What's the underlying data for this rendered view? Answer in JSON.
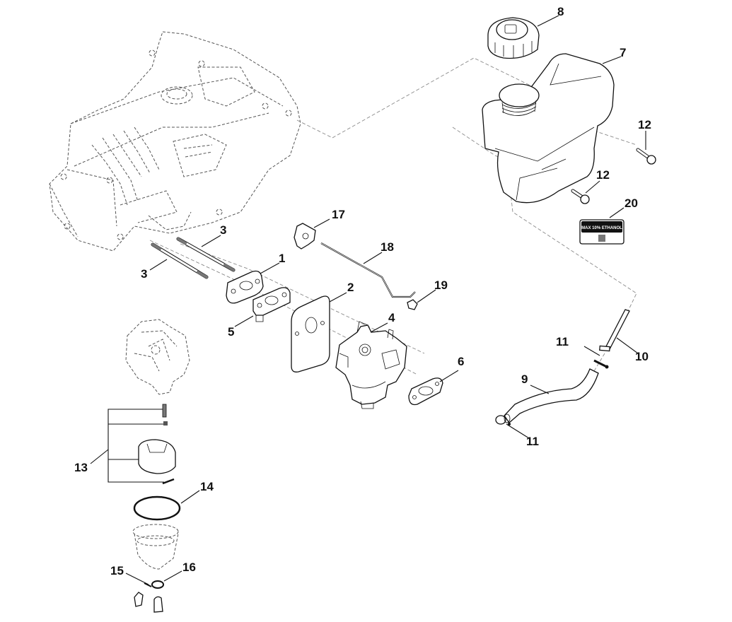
{
  "diagram": {
    "title": "Carburetor and Fuel Tank exploded parts diagram",
    "callouts": [
      {
        "id": "c1",
        "number": "1",
        "part": "intake-gasket"
      },
      {
        "id": "c2",
        "number": "2",
        "part": "air-filter-gasket-plate"
      },
      {
        "id": "c3a",
        "number": "3",
        "part": "stud"
      },
      {
        "id": "c3b",
        "number": "3",
        "part": "stud"
      },
      {
        "id": "c4",
        "number": "4",
        "part": "carburetor"
      },
      {
        "id": "c5",
        "number": "5",
        "part": "insulator-spacer"
      },
      {
        "id": "c6",
        "number": "6",
        "part": "carburetor-gasket"
      },
      {
        "id": "c7",
        "number": "7",
        "part": "fuel-tank"
      },
      {
        "id": "c8",
        "number": "8",
        "part": "fuel-cap"
      },
      {
        "id": "c9",
        "number": "9",
        "part": "fuel-hose"
      },
      {
        "id": "c10",
        "number": "10",
        "part": "fuel-filter"
      },
      {
        "id": "c11a",
        "number": "11",
        "part": "hose-clamp"
      },
      {
        "id": "c11b",
        "number": "11",
        "part": "hose-clamp"
      },
      {
        "id": "c12a",
        "number": "12",
        "part": "bolt"
      },
      {
        "id": "c12b",
        "number": "12",
        "part": "bolt"
      },
      {
        "id": "c13",
        "number": "13",
        "part": "float-kit"
      },
      {
        "id": "c14",
        "number": "14",
        "part": "bowl-o-ring"
      },
      {
        "id": "c15",
        "number": "15",
        "part": "drain-screw"
      },
      {
        "id": "c16",
        "number": "16",
        "part": "sealing-washer"
      },
      {
        "id": "c17",
        "number": "17",
        "part": "governor-bracket"
      },
      {
        "id": "c18",
        "number": "18",
        "part": "governor-link-rod"
      },
      {
        "id": "c19",
        "number": "19",
        "part": "link-clip"
      },
      {
        "id": "c20",
        "number": "20",
        "part": "ethanol-warning-label"
      }
    ],
    "decal_text": "MAX 10% ETHANOL",
    "colors": {
      "line": "#111111",
      "dashed": "#8a8a8a",
      "background": "#ffffff",
      "decal": "#111111"
    }
  }
}
